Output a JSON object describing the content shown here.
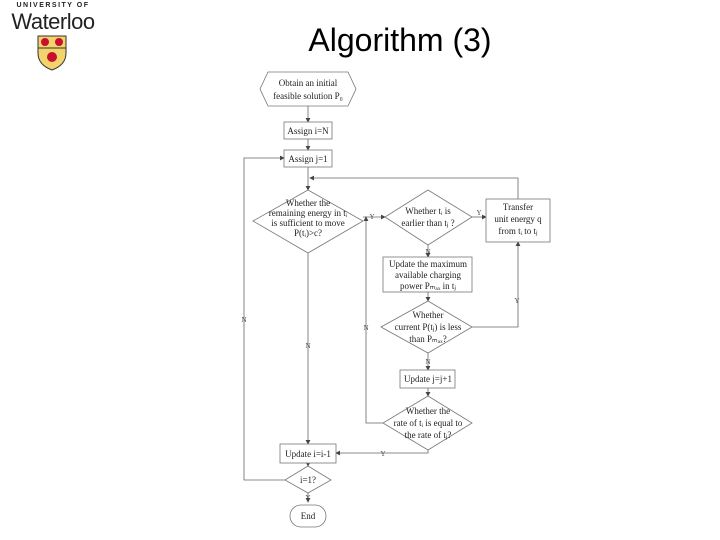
{
  "logo": {
    "line1": "UNIVERSITY OF",
    "line2": "Waterloo",
    "colors": {
      "shield": "#f3d36b",
      "lions": "#c8102e"
    }
  },
  "slide": {
    "title": "Algorithm (3)"
  },
  "flowchart": {
    "start": [
      "Obtain an initial",
      "feasible solution P₀"
    ],
    "assign_i": "Assign i=N",
    "assign_j": "Assign j=1",
    "decision_energy": [
      "Whether the",
      "remaining energy in tᵢ",
      "is sufficient to move",
      "P(tᵢ)>c?"
    ],
    "decision_earlier": [
      "Whether tᵢ is",
      "earlier than tⱼ ?"
    ],
    "transfer": [
      "Transfer",
      "unit energy q",
      "from tᵢ to tⱼ"
    ],
    "update_max": [
      "Update the maximum",
      "available charging",
      "power Pₘₐₓ in tⱼ"
    ],
    "decision_current": [
      "Whether",
      "current P(tⱼ) is less",
      "than Pₘₐₓ?"
    ],
    "update_j": "Update j=j+1",
    "decision_rate": [
      "Whether the",
      "rate of tᵢ is equal to",
      "the rate of tⱼ?"
    ],
    "update_i": "Update i=i-1",
    "decision_i": "i=1?",
    "end": "End",
    "labels": {
      "yes": "Y",
      "no": "N"
    }
  }
}
